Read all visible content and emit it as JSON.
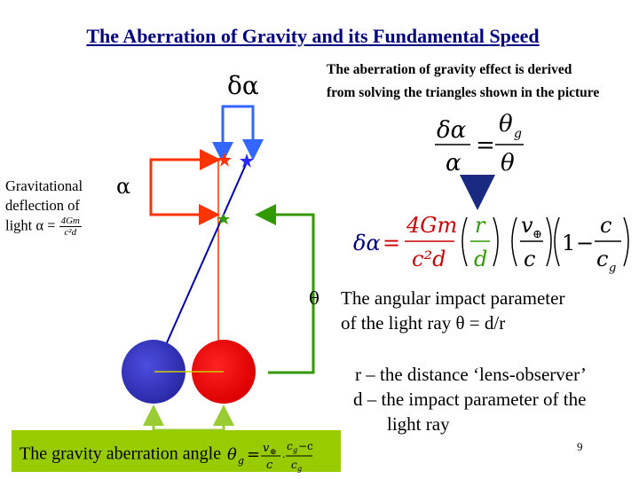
{
  "title": "The Aberration of Gravity and its Fundamental Speed",
  "description": {
    "line1": "The aberration of gravity effect is derived",
    "line2": "from solving the triangles shown in the picture"
  },
  "labels": {
    "delta_alpha": "δα",
    "alpha": "α",
    "theta": "θ"
  },
  "gravitational_deflection": {
    "line1": "Gravitational",
    "line2": "deflection of",
    "line3": "light α =",
    "formula_num": "4Gm",
    "formula_den": "c²d"
  },
  "equations": {
    "ratio": "δα/α = θ_g/θ",
    "main": "δα = (4Gm/c²d)(r/d)(v⊕/c)(1 − c/c_g)",
    "aberration_angle_label": "The gravity aberration angle",
    "aberration_angle": "θ_g = (v⊕/c)·(c_g − c)/c_g"
  },
  "theta_text": {
    "line1": "The angular impact parameter",
    "line2": "of the light ray θ = d/r"
  },
  "definitions": {
    "r": "r – the distance ‘lens-observer’",
    "d_line1": "d – the impact parameter of the",
    "d_line2": "light ray"
  },
  "page_number": "9",
  "colors": {
    "title": "#000080",
    "red_bracket": "#ff3300",
    "blue_bracket": "#3366ff",
    "green_bracket": "#339900",
    "lightgreen_bracket": "#99cc33",
    "blue_planet": "#3333cc",
    "red_planet": "#ff0000",
    "bottom_box": "#99cc00",
    "arrow": "#1a2a80"
  }
}
